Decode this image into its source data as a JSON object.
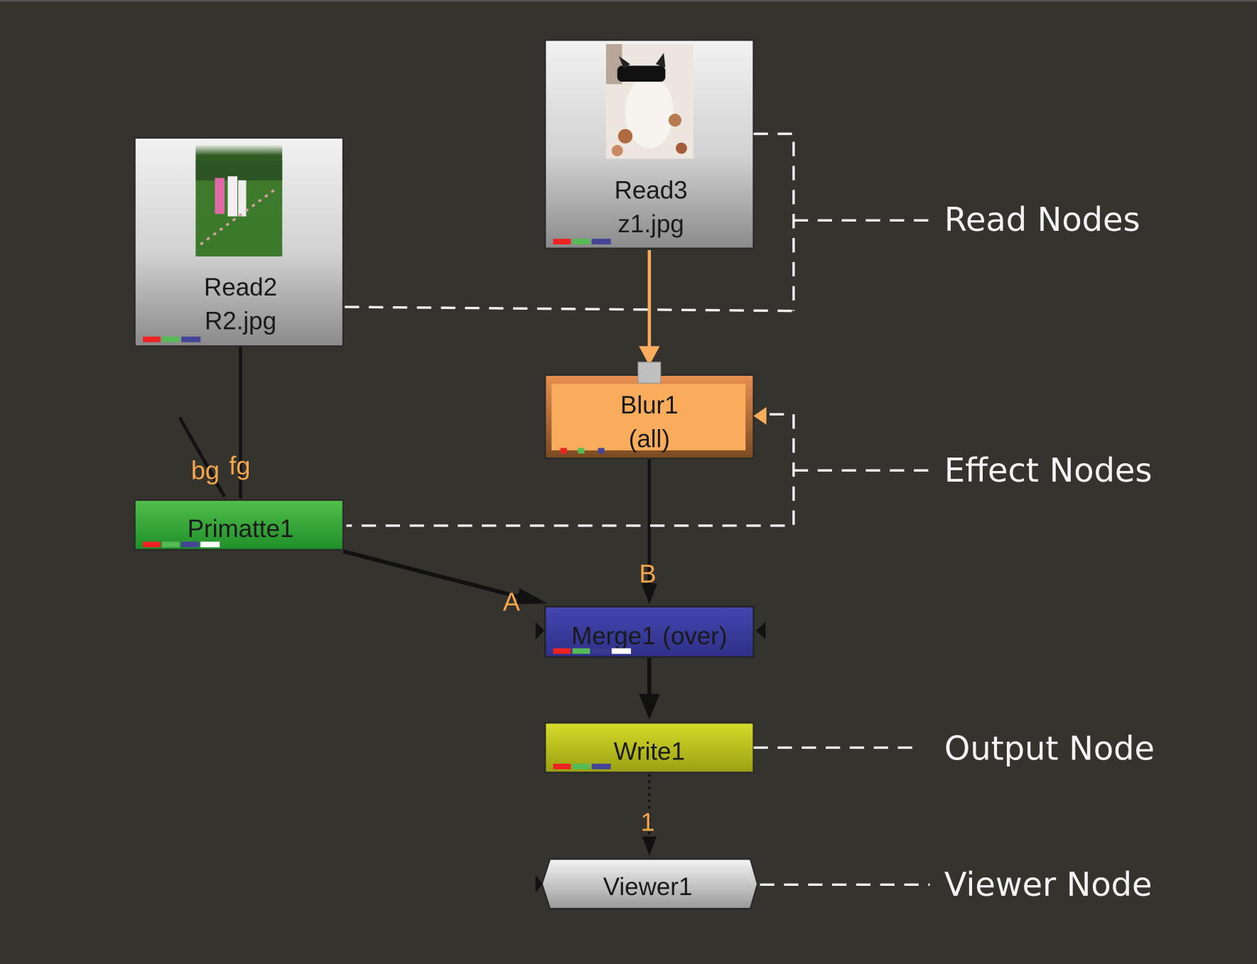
{
  "nodes": {
    "read3": {
      "name": "Read3",
      "file": "z1.jpg",
      "thumbnail": "cat-with-sunglasses"
    },
    "read2": {
      "name": "Read2",
      "file": "R2.jpg",
      "thumbnail": "people-on-grass-field"
    },
    "blur1": {
      "name": "Blur1",
      "channels": "(all)",
      "color": "#f9ad5c"
    },
    "primatte1": {
      "name": "Primatte1",
      "color": "#3fae3a"
    },
    "merge1": {
      "name": "Merge1 (over)",
      "color": "#3c3e9e"
    },
    "write1": {
      "name": "Write1",
      "color": "#c4cc1e"
    },
    "viewer1": {
      "name": "Viewer1",
      "color": "#d0d0d0"
    }
  },
  "edge_labels": {
    "bg": "bg",
    "fg": "fg",
    "a": "A",
    "b": "B",
    "viewer_input": "1"
  },
  "annotations": {
    "read": "Read Nodes",
    "effect": "Effect Nodes",
    "output": "Output Node",
    "viewer": "Viewer Node"
  },
  "colors": {
    "background": "#35332e",
    "edge_label": "#f5a54a",
    "active_edge": "#f9ad5c",
    "annotation": "#f4f4f4"
  }
}
